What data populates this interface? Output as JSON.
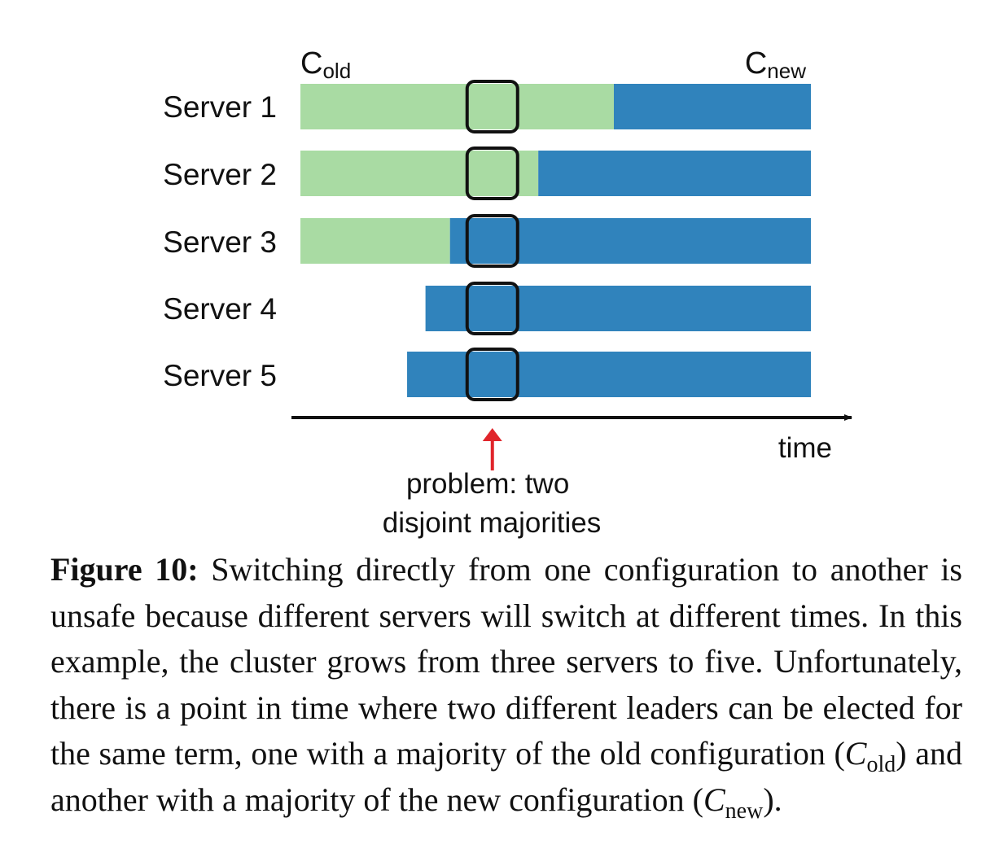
{
  "diagram": {
    "config_old_label": {
      "main": "C",
      "sub": "old"
    },
    "config_new_label": {
      "main": "C",
      "sub": "new"
    },
    "servers": [
      {
        "label": "Server 1",
        "start": 0,
        "switch": 0.614,
        "end": 1
      },
      {
        "label": "Server 2",
        "start": 0,
        "switch": 0.466,
        "end": 1
      },
      {
        "label": "Server 3",
        "start": 0,
        "switch": 0.293,
        "end": 1
      },
      {
        "label": "Server 4",
        "start": 0.245,
        "switch": 0.245,
        "end": 1
      },
      {
        "label": "Server 5",
        "start": 0.209,
        "switch": 0.209,
        "end": 1
      }
    ],
    "highlight_time": 0.376,
    "time_label": "time",
    "problem_label": [
      "problem: two",
      "disjoint majorities"
    ],
    "colors": {
      "old_config": "#a9dba3",
      "new_config": "#3083bc",
      "highlight_border": "#111111",
      "axis": "#111111",
      "problem_arrow": "#e0252b"
    }
  },
  "caption": {
    "label": "Figure 10:",
    "text_1": " Switching directly from one configuration to another is unsafe because different servers will switch at different times. In this example, the cluster grows from three servers to five. Unfortunately, there is a point in time where two different leaders can be elected for the same term, one with a majority of the old configuration (",
    "c_old_main": "C",
    "c_old_sub": "old",
    "text_2": ") and another with a majority of the new configuration (",
    "c_new_main": "C",
    "c_new_sub": "new",
    "text_3": ")."
  }
}
